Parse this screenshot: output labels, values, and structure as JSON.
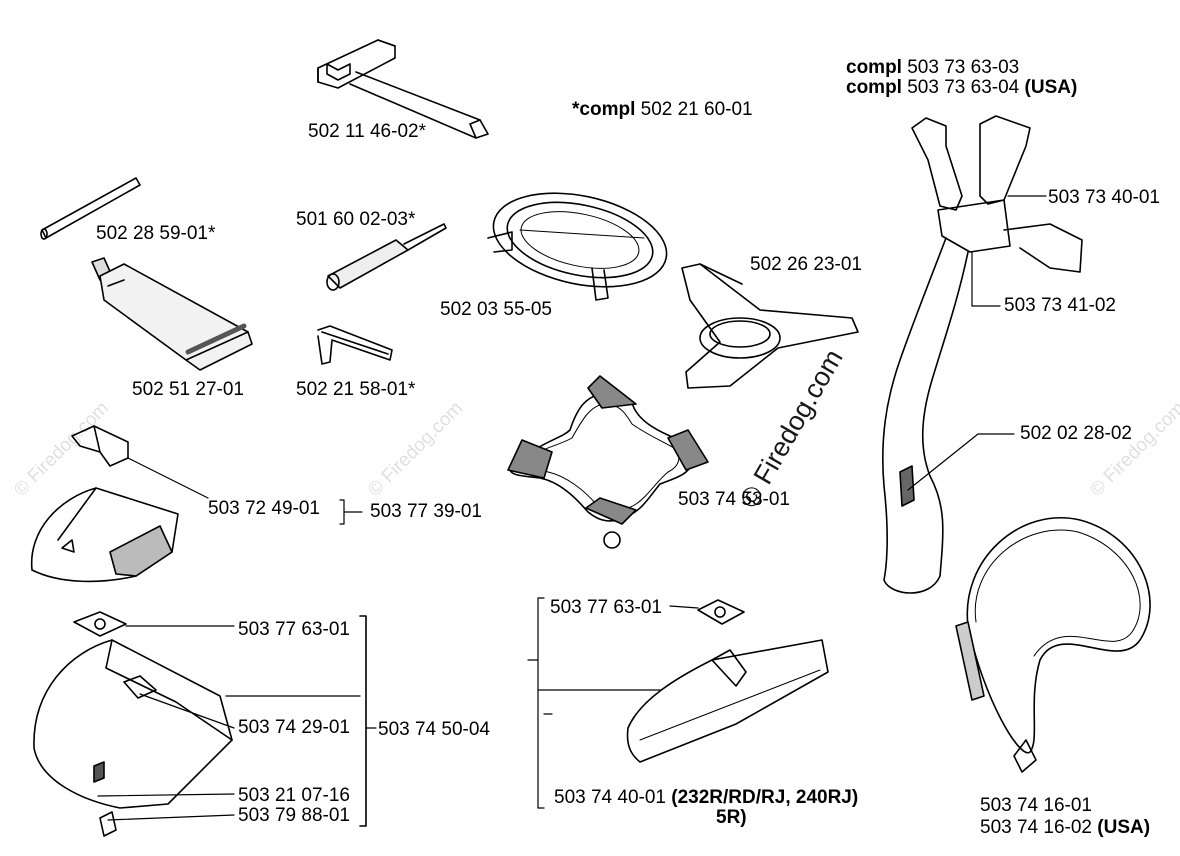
{
  "parts": [
    {
      "id": "p1",
      "text": "502 11 46-02*"
    },
    {
      "id": "p2",
      "text": "502 28 59-01*"
    },
    {
      "id": "p3",
      "text": "501 60 02-03*"
    },
    {
      "id": "p4",
      "text": "502 51 27-01"
    },
    {
      "id": "p5",
      "text": "502 21 58-01*"
    },
    {
      "id": "p6",
      "text": "502 03 55-05"
    },
    {
      "id": "p7",
      "text": "502 26 23-01"
    },
    {
      "id": "p8",
      "text": "503 74 53-01"
    },
    {
      "id": "p9",
      "text": "503 72 49-01"
    },
    {
      "id": "p10",
      "text": "503 77 39-01"
    },
    {
      "id": "p11",
      "text": "503 77 63-01"
    },
    {
      "id": "p12",
      "text": "503 74 29-01"
    },
    {
      "id": "p13",
      "text": "503 74 50-04"
    },
    {
      "id": "p14",
      "text": "503 21 07-16"
    },
    {
      "id": "p15",
      "text": "503 79 88-01"
    },
    {
      "id": "p16",
      "text": "503 77 63-01"
    },
    {
      "id": "p17",
      "text": "503 74 40-01"
    },
    {
      "id": "p18",
      "text": "503 73 40-01"
    },
    {
      "id": "p19",
      "text": "503 73 41-02"
    },
    {
      "id": "p20",
      "text": "502 02 28-02"
    },
    {
      "id": "p21",
      "text": "503 74 16-01"
    },
    {
      "id": "p22",
      "text": "503 74 16-02"
    }
  ],
  "notes": {
    "compl_line": {
      "prefix": "*compl",
      "number": "502 21 60-01"
    },
    "harness_line1": {
      "prefix": "compl",
      "number": "503 73 63-03"
    },
    "harness_line2": {
      "prefix": "compl",
      "number": "503 73 63-04",
      "suffix": "(USA)"
    },
    "guard_models_1": "(232R/RD/RJ, 240RJ)",
    "guard_models_2": "5R)",
    "strap_suffix": "(USA)"
  },
  "watermark": {
    "main": "© Firedog.com",
    "faint": "© Firedog.com"
  }
}
